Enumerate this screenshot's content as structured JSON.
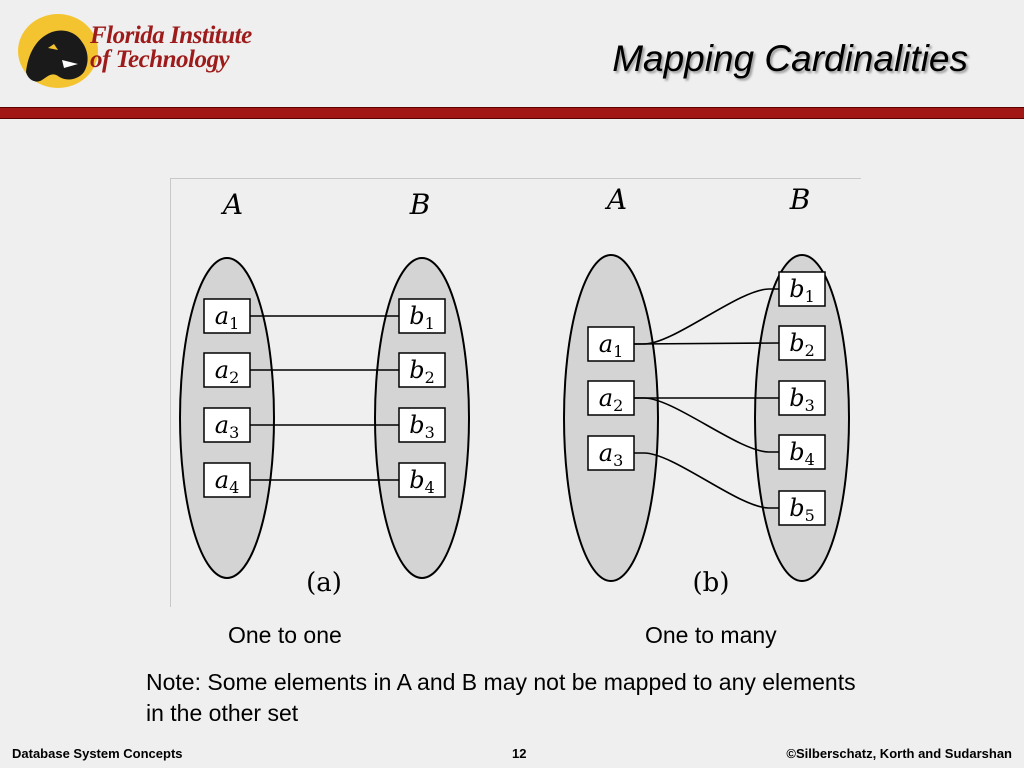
{
  "header": {
    "logo_line1": "Florida Institute",
    "logo_line2": "of Technology",
    "title": "Mapping Cardinalities"
  },
  "diagram": {
    "a": {
      "set_a_label": "A",
      "set_b_label": "B",
      "elements_a": [
        {
          "letter": "a",
          "sub": "1"
        },
        {
          "letter": "a",
          "sub": "2"
        },
        {
          "letter": "a",
          "sub": "3"
        },
        {
          "letter": "a",
          "sub": "4"
        }
      ],
      "elements_b": [
        {
          "letter": "b",
          "sub": "1"
        },
        {
          "letter": "b",
          "sub": "2"
        },
        {
          "letter": "b",
          "sub": "3"
        },
        {
          "letter": "b",
          "sub": "4"
        }
      ],
      "mappings": [
        [
          1,
          1
        ],
        [
          2,
          2
        ],
        [
          3,
          3
        ],
        [
          4,
          4
        ]
      ],
      "panel_label": "(a)"
    },
    "b": {
      "set_a_label": "A",
      "set_b_label": "B",
      "elements_a": [
        {
          "letter": "a",
          "sub": "1"
        },
        {
          "letter": "a",
          "sub": "2"
        },
        {
          "letter": "a",
          "sub": "3"
        }
      ],
      "elements_b": [
        {
          "letter": "b",
          "sub": "1"
        },
        {
          "letter": "b",
          "sub": "2"
        },
        {
          "letter": "b",
          "sub": "3"
        },
        {
          "letter": "b",
          "sub": "4"
        },
        {
          "letter": "b",
          "sub": "5"
        }
      ],
      "mappings": [
        [
          1,
          1
        ],
        [
          1,
          2
        ],
        [
          2,
          3
        ],
        [
          2,
          4
        ],
        [
          3,
          5
        ]
      ],
      "panel_label": "(b)"
    }
  },
  "captions": {
    "left": "One to one",
    "right": "One to many"
  },
  "note": "Note: Some elements in A and B may not be mapped to any elements in the other set",
  "footer": {
    "left": "Database System Concepts",
    "page": "12",
    "right": "©Silberschatz, Korth and Sudarshan"
  }
}
